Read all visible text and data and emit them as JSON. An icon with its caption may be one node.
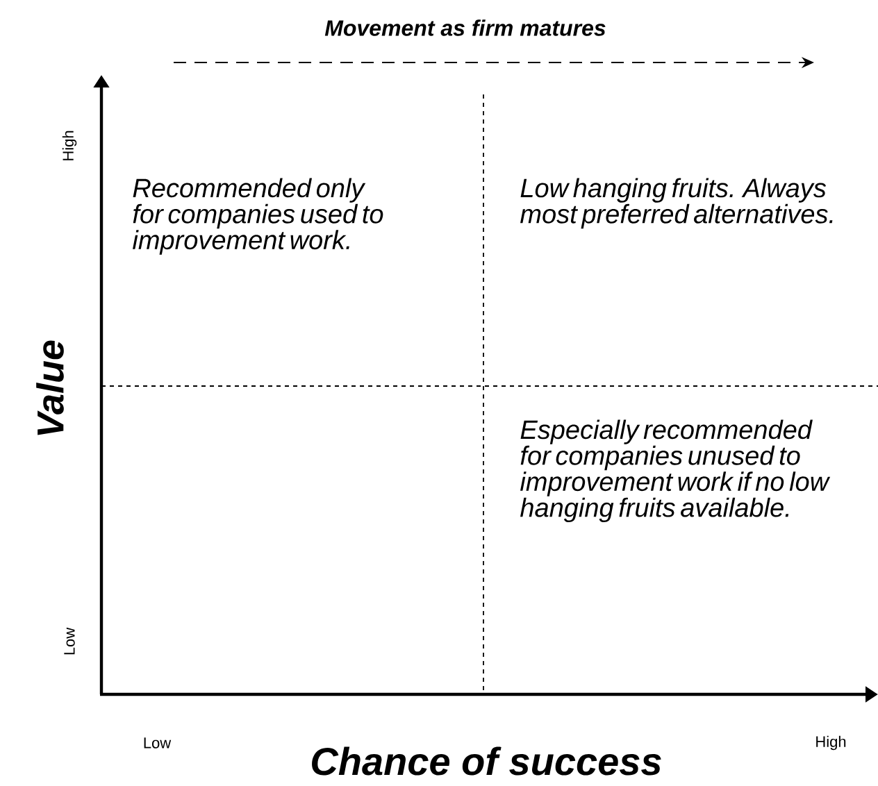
{
  "diagram": {
    "labels": [
      "Movement as firm matures",
      "High",
      "Recommended only for companies used to improvement work.",
      "Low hanging fruits. Always most preferred alternatives.",
      "Value",
      "Especially recommended for companies unused to improvement work if no low hanging fruits available.",
      "Low",
      "Low",
      "Chance of success",
      "High"
    ]
  }
}
